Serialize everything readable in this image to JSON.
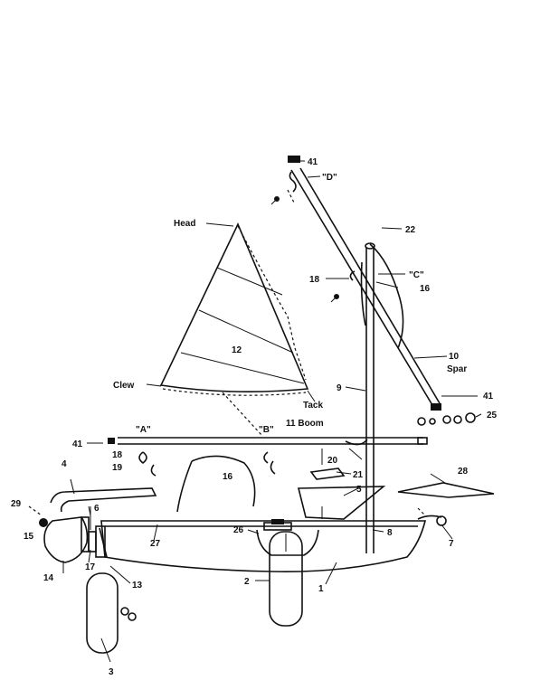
{
  "diagram": {
    "labels": {
      "head": "Head",
      "clew": "Clew",
      "tack": "Tack",
      "boom": "11 Boom",
      "spar": "Spar",
      "n10": "10",
      "n12": "12",
      "n22": "22",
      "n41a": "41",
      "n41b": "41",
      "n41c": "41",
      "D": "\"D\"",
      "C": "\"C\"",
      "A": "\"A\"",
      "B": "\"B\"",
      "n16a": "16",
      "n16b": "16",
      "n18a": "18",
      "n18b": "18",
      "n19": "19",
      "n9": "9",
      "n25": "25",
      "n20": "20",
      "n21": "21",
      "n28": "28",
      "n5": "5",
      "n8": "8",
      "n7": "7",
      "n4": "4",
      "n29": "29",
      "n6": "6",
      "n15": "15",
      "n27": "27",
      "n26": "26",
      "n14": "14",
      "n17": "17",
      "n13": "13",
      "n2": "2",
      "n1": "1",
      "n3": "3"
    }
  }
}
